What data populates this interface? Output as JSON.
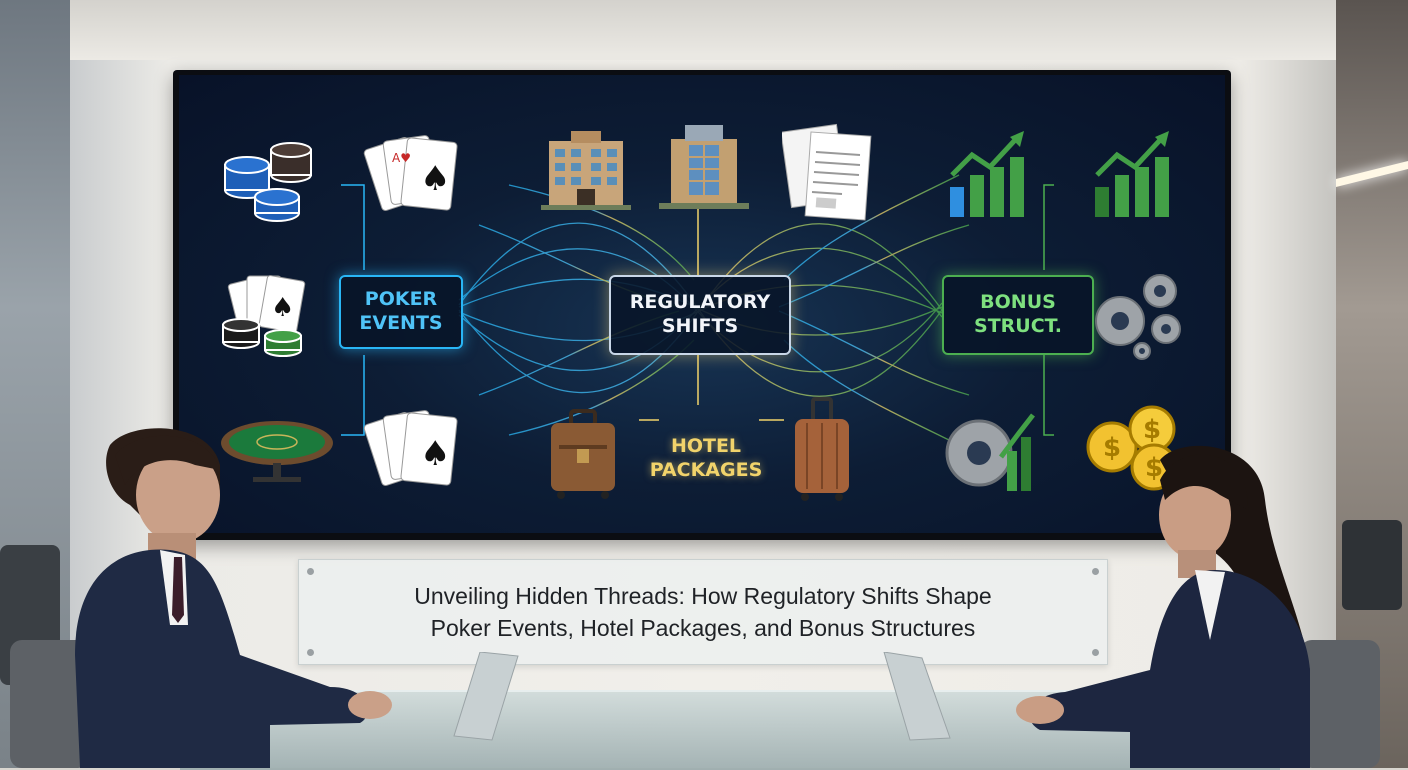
{
  "screen": {
    "nodes": {
      "poker": "POKER\nEVENTS",
      "regulatory": "REGULATORY\nSHIFTS",
      "bonus": "BONUS\nSTRUCT.",
      "hotel": "HOTEL\nPACKAGES"
    },
    "icons": {
      "top_left": [
        "poker-chips-icon",
        "playing-cards-icon"
      ],
      "mid_left": "cards-and-chips-icon",
      "bottom_left": [
        "poker-table-icon",
        "playing-cards-icon"
      ],
      "top_center": [
        "hotel-building-icon",
        "hotel-building-icon",
        "documents-icon"
      ],
      "bottom_center": [
        "suitcase-icon",
        "suitcase-icon"
      ],
      "top_right": [
        "growth-chart-icon",
        "growth-chart-icon"
      ],
      "mid_right": "gears-icon",
      "bottom_right": [
        "gear-chart-icon",
        "gold-coins-icon"
      ]
    },
    "colors": {
      "poker": "#29b6f6",
      "regulatory": "#f1d36b",
      "bonus": "#4caf50"
    }
  },
  "caption": {
    "line1": "Unveiling Hidden Threads: How Regulatory Shifts Shape",
    "line2": "Poker Events, Hotel Packages, and Bonus Structures"
  }
}
